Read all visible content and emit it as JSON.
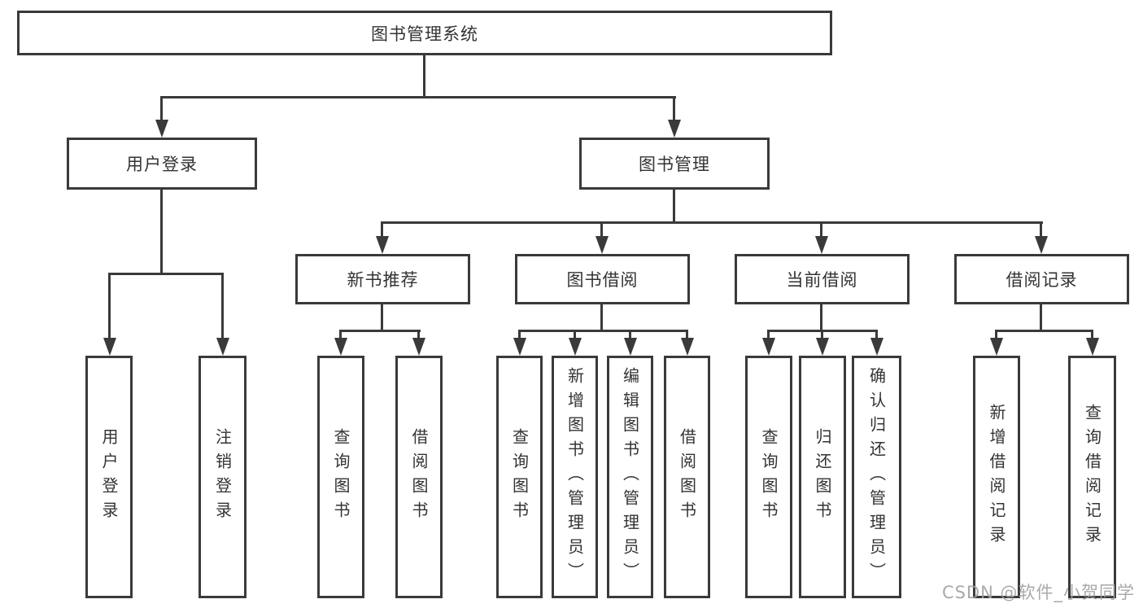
{
  "tree": {
    "root": "图书管理系统",
    "children": [
      {
        "label": "用户登录",
        "children": [
          "用户登录",
          "注销登录"
        ]
      },
      {
        "label": "图书管理",
        "children": [
          {
            "label": "新书推荐",
            "children": [
              "查询图书",
              "借阅图书"
            ]
          },
          {
            "label": "图书借阅",
            "children": [
              "查询图书",
              "新增图书（管理员）",
              "编辑图书（管理员）",
              "借阅图书"
            ]
          },
          {
            "label": "当前借阅",
            "children": [
              "查询图书",
              "归还图书",
              "确认归还（管理员）"
            ]
          },
          {
            "label": "借阅记录",
            "children": [
              "新增借阅记录",
              "查询借阅记录"
            ]
          }
        ]
      }
    ]
  },
  "watermark": "CSDN @软件_小贺同学",
  "colors": {
    "line": "#3a3a3a",
    "text": "#333333",
    "watermark": "#a0a0a0",
    "bg": "#ffffff"
  }
}
